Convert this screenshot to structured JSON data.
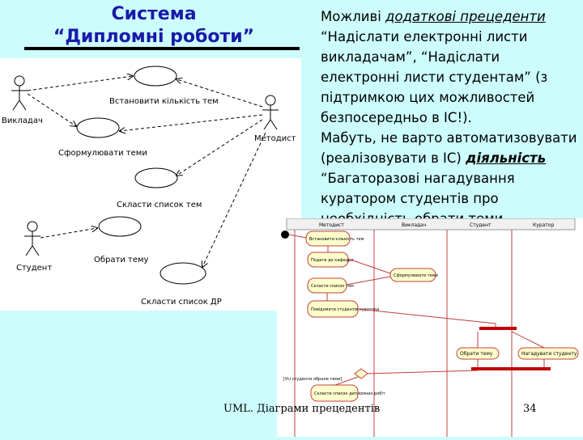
{
  "slide": {
    "title_line1": "Система",
    "title_line2": "“Дипломні роботи”",
    "para1_a": "Можливі ",
    "para1_b": "додаткові прецеденти",
    "para1_c": " “Надіслати електронні листи викладачам”, “Надіслати електронні листи студентам” (з підтримкою цих можливостей безпосередньо в ІС!).",
    "para2_a": "Мабуть, не варто автоматизовувати (реалізовувати в ІС) ",
    "para2_b": "діяльність",
    "para2_c": " “Багаторазові нагадування куратором студентів про необхідність обрати теми дипломних робіт”.",
    "footer": "UML. Діаграми прецедентів",
    "page_number": "34",
    "colors": {
      "background": "#ccfcfc",
      "title": "#1a1aa8",
      "swimlane_line": "#c04040",
      "activity_fill": "#ffffcc"
    }
  },
  "use_case_diagram": {
    "actors": [
      "Викладач",
      "Методист",
      "Студент"
    ],
    "use_cases": [
      "Встановити кількість тем",
      "Сформулювати теми",
      "Скласти список тем",
      "Обрати тему",
      "Скласти список ДР"
    ]
  },
  "activity_diagram": {
    "lanes": [
      "Методист",
      "Викладач",
      "Студент",
      "Куратор"
    ],
    "activities": [
      "Встановити кількість тем",
      "Подати до кафедри",
      "Сформулювати теми",
      "Скласти список тем",
      "Повідомити студентів куратора",
      "Обрати тему",
      "Нагадувати студенту",
      "Скласти список дипломних робіт"
    ],
    "guard": "[Усі студенти обрали теми]"
  }
}
